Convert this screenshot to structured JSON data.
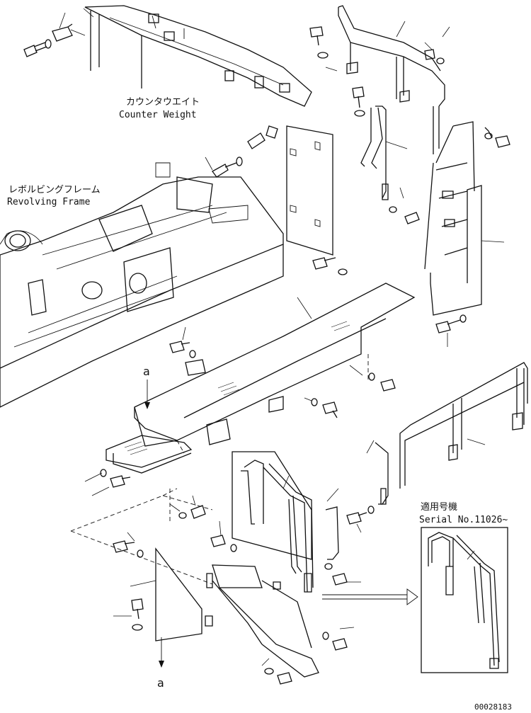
{
  "labels": {
    "counter_weight_jp": "カウンタウエイト",
    "counter_weight_en": "Counter Weight",
    "revolving_frame_jp": "レボルビングフレーム",
    "revolving_frame_en": "Revolving Frame",
    "serial_jp": "適用号機",
    "serial_en": "Serial No.11026~",
    "ref_a_top": "a",
    "ref_a_bottom": "a",
    "drawing_number": "00028183"
  }
}
